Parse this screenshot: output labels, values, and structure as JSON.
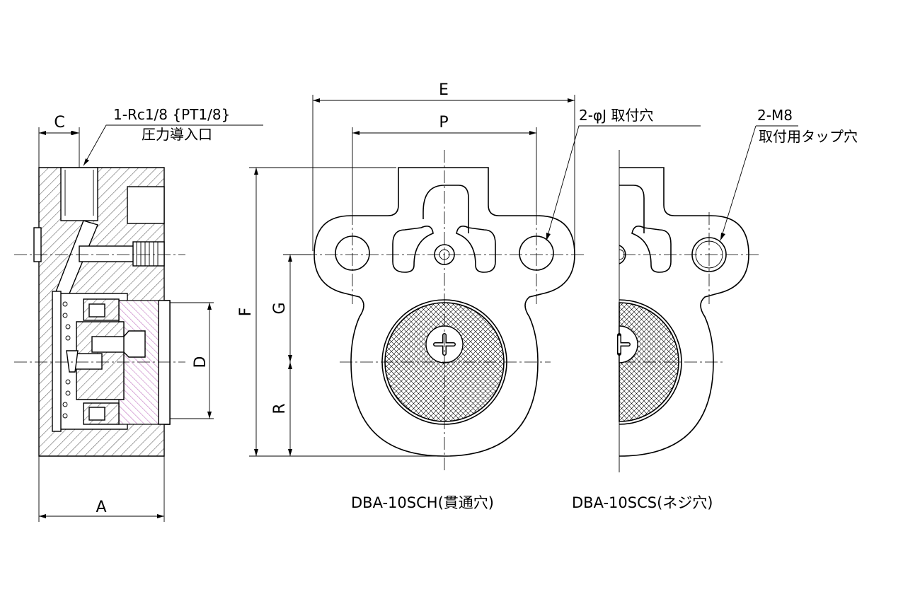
{
  "labels": {
    "dim_C": "C",
    "dim_A": "A",
    "dim_D": "D",
    "dim_E": "E",
    "dim_P": "P",
    "dim_F": "F",
    "dim_G": "G",
    "dim_R": "R",
    "port_spec": "1-Rc1/8 {PT1/8}",
    "port_name": "圧力導入口",
    "mount_hole": "2-φJ 取付穴",
    "tap_spec": "2-M8",
    "tap_name": "取付用タップ穴",
    "model_through": "DBA-10SCH(貫通穴)",
    "model_thread": "DBA-10SCS(ネジ穴)"
  },
  "colors": {
    "line": "#000000",
    "background": "#ffffff",
    "diaphragm_hatch": "#b04cb0"
  }
}
